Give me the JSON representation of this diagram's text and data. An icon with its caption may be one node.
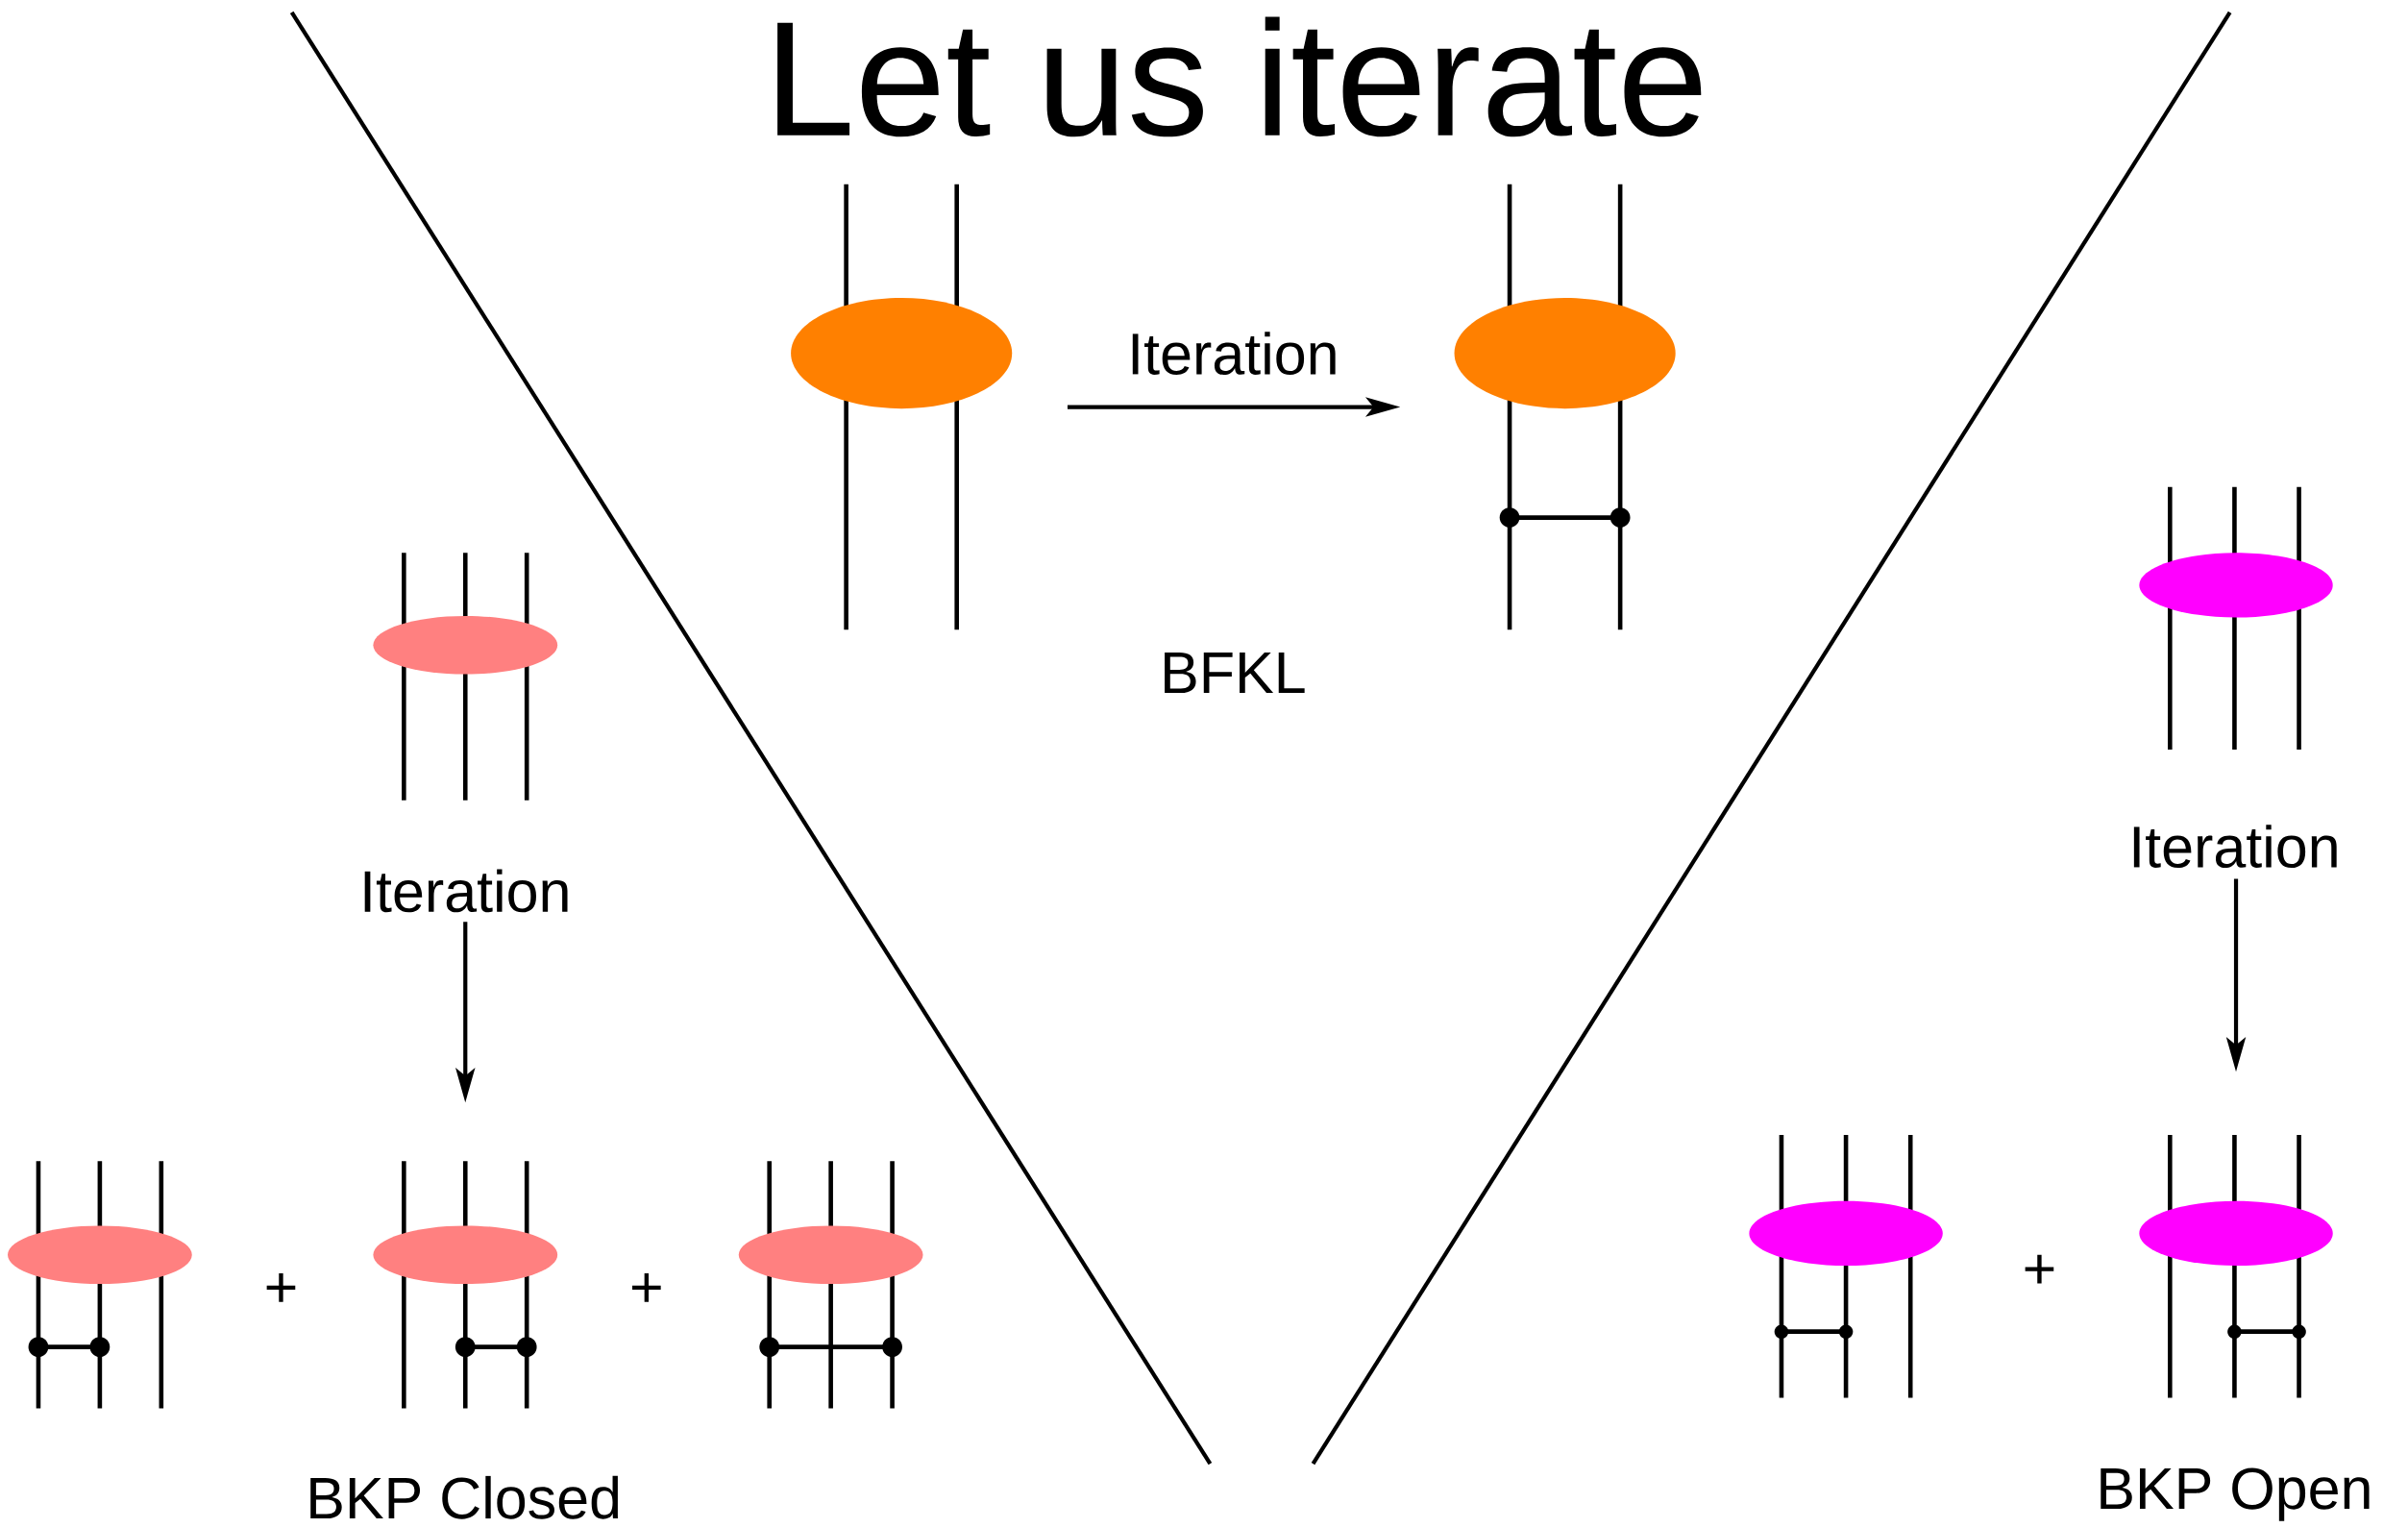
{
  "diagram": {
    "title": "Let us iterate",
    "nodes": [
      {
        "text": [],
        "shape": "picture"
      },
      {
        "text": [],
        "shape": "picture"
      },
      {
        "text": [],
        "shape": "picture"
      },
      {
        "text": [],
        "shape": "picture"
      },
      {
        "text": [],
        "shape": "picture"
      },
      {
        "text": [],
        "shape": "picture"
      },
      {
        "text": [],
        "shape": "picture"
      },
      {
        "text": [],
        "shape": "picture"
      },
      {
        "text": [],
        "shape": "picture"
      }
    ],
    "edges": [
      {
        "from": 0,
        "to": 1,
        "arrow": "to",
        "label": "Iteration"
      },
      {
        "from": 2,
        "to": 4,
        "arrow": "to",
        "label": "Iteration"
      },
      {
        "from": 6,
        "to": 8,
        "arrow": "to",
        "label": "Iteration"
      }
    ],
    "labels": [
      "BFKL",
      "+",
      "+",
      "BKP Closed",
      "+",
      "BKP Open"
    ]
  }
}
